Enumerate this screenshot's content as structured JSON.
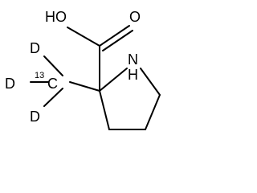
{
  "structure": {
    "atoms": {
      "hydroxyl": "HO",
      "carbonyl_oxygen": "O",
      "ring_nitrogen": "N",
      "ring_hydrogen": "H",
      "deuterium_top": "D",
      "deuterium_left": "D",
      "deuterium_bottom": "D",
      "isotope_mass": "13",
      "labeled_carbon": "C"
    }
  }
}
